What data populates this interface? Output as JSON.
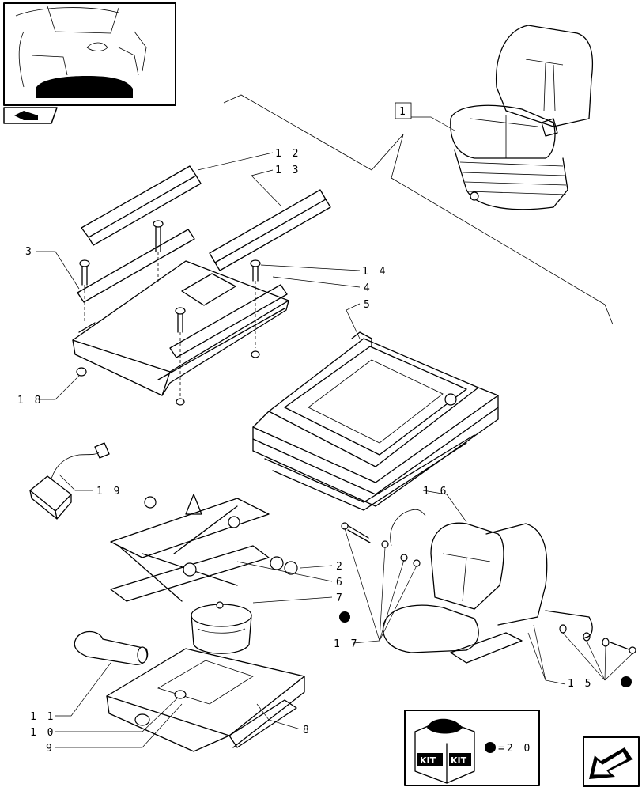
{
  "callouts": [
    {
      "id": "c1",
      "text": "1"
    },
    {
      "id": "c12",
      "text": "1 2"
    },
    {
      "id": "c13",
      "text": "1 3"
    },
    {
      "id": "c3",
      "text": "3"
    },
    {
      "id": "c14",
      "text": "1 4"
    },
    {
      "id": "c4",
      "text": "4"
    },
    {
      "id": "c5",
      "text": "5"
    },
    {
      "id": "c18",
      "text": "1 8"
    },
    {
      "id": "c19",
      "text": "1 9"
    },
    {
      "id": "c16",
      "text": "1 6"
    },
    {
      "id": "c2",
      "text": "2"
    },
    {
      "id": "c6",
      "text": "6"
    },
    {
      "id": "c7",
      "text": "7"
    },
    {
      "id": "c17",
      "text": "1 7"
    },
    {
      "id": "c15",
      "text": "1 5"
    },
    {
      "id": "c8",
      "text": "8"
    },
    {
      "id": "c11",
      "text": "1 1"
    },
    {
      "id": "c10",
      "text": "1 0"
    },
    {
      "id": "c9",
      "text": "9"
    }
  ],
  "kit_legend": {
    "kit_badge_left": "KIT",
    "kit_badge_right": "KIT",
    "equals_text": "=2 0"
  },
  "icons": {
    "thumbnail": "tractor-cab-thumbnail",
    "nav_arrow_top": "small-arrow-icon",
    "kit_box": "kit-box-icon",
    "nav_arrow_bottom": "page-arrow-icon"
  }
}
